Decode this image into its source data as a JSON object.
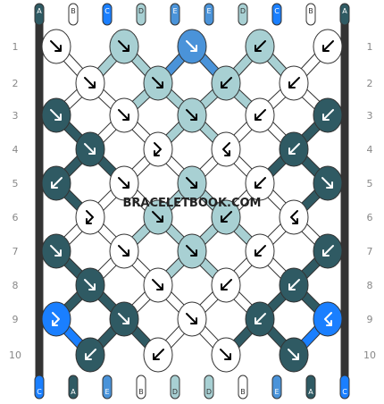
{
  "colors": {
    "A": "#2f5a63",
    "B": "#ffffff",
    "C": "#1a7fff",
    "D": "#a8d0d3",
    "E": "#4a93d9"
  },
  "top_strings": [
    "A",
    "B",
    "C",
    "D",
    "E",
    "E",
    "D",
    "C",
    "B",
    "A"
  ],
  "bottom_strings": [
    "C",
    "A",
    "E",
    "B",
    "D",
    "D",
    "B",
    "E",
    "A",
    "C"
  ],
  "row_labels": [
    "1",
    "2",
    "3",
    "4",
    "5",
    "6",
    "7",
    "8",
    "9",
    "10"
  ],
  "watermark": "BRACELETBOOK.COM",
  "rows": [
    [
      [
        "B",
        "f"
      ],
      [
        "D",
        "f"
      ],
      [
        "E",
        "f"
      ],
      [
        "D",
        "b"
      ],
      [
        "B",
        "b"
      ]
    ],
    [
      [
        "B",
        "f"
      ],
      [
        "D",
        "f"
      ],
      [
        "D",
        "b"
      ],
      [
        "B",
        "b"
      ]
    ],
    [
      [
        "A",
        "f"
      ],
      [
        "B",
        "f"
      ],
      [
        "D",
        "f"
      ],
      [
        "B",
        "b"
      ],
      [
        "A",
        "b"
      ]
    ],
    [
      [
        "A",
        "f"
      ],
      [
        "B",
        "fb"
      ],
      [
        "B",
        "bf"
      ],
      [
        "A",
        "b"
      ]
    ],
    [
      [
        "A",
        "b"
      ],
      [
        "B",
        "f"
      ],
      [
        "D",
        "f"
      ],
      [
        "B",
        "b"
      ],
      [
        "A",
        "f"
      ]
    ],
    [
      [
        "B",
        "fb"
      ],
      [
        "D",
        "f"
      ],
      [
        "D",
        "b"
      ],
      [
        "B",
        "bf"
      ]
    ],
    [
      [
        "A",
        "f"
      ],
      [
        "B",
        "f"
      ],
      [
        "D",
        "f"
      ],
      [
        "B",
        "b"
      ],
      [
        "A",
        "b"
      ]
    ],
    [
      [
        "A",
        "f"
      ],
      [
        "B",
        "f"
      ],
      [
        "B",
        "b"
      ],
      [
        "A",
        "b"
      ]
    ],
    [
      [
        "C",
        "fb"
      ],
      [
        "A",
        "f"
      ],
      [
        "B",
        "f"
      ],
      [
        "A",
        "b"
      ],
      [
        "C",
        "bf"
      ]
    ],
    [
      [
        "A",
        "b"
      ],
      [
        "B",
        "b"
      ],
      [
        "B",
        "f"
      ],
      [
        "A",
        "f"
      ]
    ]
  ]
}
